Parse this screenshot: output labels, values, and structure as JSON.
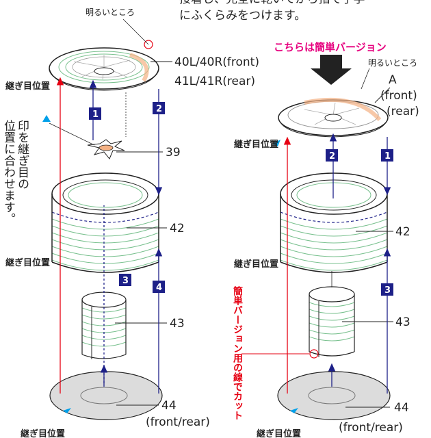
{
  "top_note": [
    "接着し、完全に乾いてから指で手学",
    "にふくらみをつけます。"
  ],
  "bright_area": "明るいところ",
  "simple_version": "こちらは簡単バージョン",
  "seam_position": "継ぎ目位置",
  "vertical_note": [
    "印を継ぎ目の",
    "位置に合わせます。"
  ],
  "cut_note": "簡単バージョン用の線でカット",
  "parts": {
    "p40": "40L/40R(front)",
    "p41": "41L/41R(rear)",
    "p39": "39",
    "p42": "42",
    "p43": "43",
    "p44": "44",
    "p44_sub": "(front/rear)",
    "pA": "A",
    "pA_front": "(front)",
    "pA_rear": "(rear)"
  },
  "steps": {
    "left": [
      "1",
      "2",
      "3",
      "4"
    ],
    "right": [
      "1",
      "2",
      "3"
    ]
  },
  "colors": {
    "step_box": "#1d2088",
    "red_arrow": "#e60012",
    "blue_arrow": "#1d2088",
    "magenta": "#e6007e",
    "cyan_marker": "#00a0e9",
    "tread_green": "#7ac18f",
    "highlight": "#f4b183"
  }
}
